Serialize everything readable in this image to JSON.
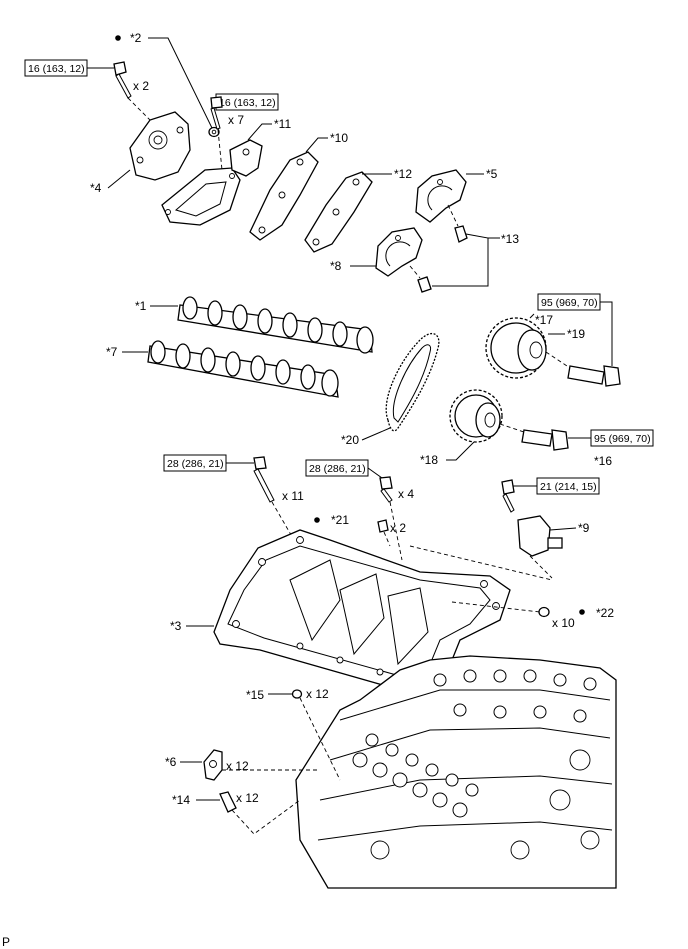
{
  "callouts": {
    "c1": "*1",
    "c2": "*2",
    "c3": "*3",
    "c4": "*4",
    "c5": "*5",
    "c6": "*6",
    "c7": "*7",
    "c8": "*8",
    "c9": "*9",
    "c10": "*10",
    "c11": "*11",
    "c12": "*12",
    "c13": "*13",
    "c14": "*14",
    "c15": "*15",
    "c16": "*16",
    "c17": "*17",
    "c18": "*18",
    "c19": "*19",
    "c20": "*20",
    "c21": "*21",
    "c22": "*22"
  },
  "torque": {
    "t_16_a": "16 (163, 12)",
    "t_16_b": "16 (163, 12)",
    "t_95_a": "95 (969, 70)",
    "t_95_b": "95 (969, 70)",
    "t_28_a": "28 (286, 21)",
    "t_28_b": "28 (286, 21)",
    "t_21": "21 (214, 15)"
  },
  "quantities": {
    "q_x2_top": "x 2",
    "q_x7": "x 7",
    "q_x11": "x 11",
    "q_x4": "x 4",
    "q_x2_pin": "x 2",
    "q_x10": "x 10",
    "q_x12_15": "x 12",
    "q_x12_6": "x 12",
    "q_x12_14": "x 12"
  },
  "markers": {
    "non_reusable_dot": "●"
  },
  "corner_code": "P"
}
